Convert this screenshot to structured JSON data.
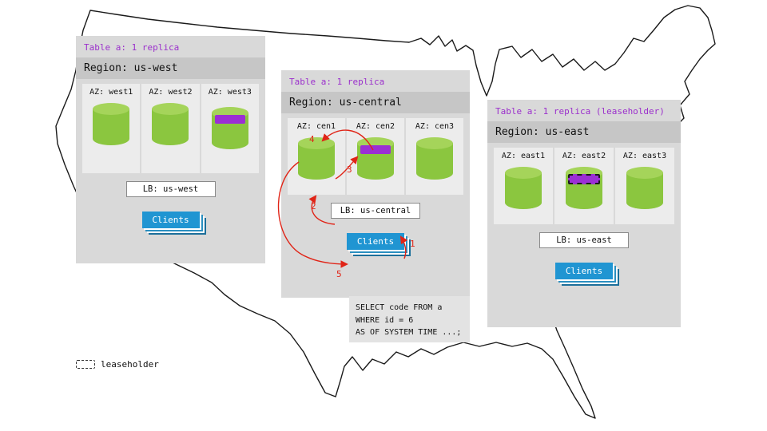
{
  "colors": {
    "panel_gray": "#d9d9d9",
    "region_bar_gray": "#c6c6c6",
    "az_column_gray": "#ececec",
    "replica_green": "#8bc63f",
    "range_purple": "#9b2fd4",
    "clients_blue": "#2095d2",
    "arrow_red": "#e02417",
    "table_label_purple": "#9b30cc"
  },
  "legend": {
    "label": "leaseholder"
  },
  "sql_box": {
    "lines": [
      "SELECT code FROM a",
      "WHERE id = 6",
      "AS OF SYSTEM TIME ...;"
    ]
  },
  "arrows": [
    {
      "label": "1"
    },
    {
      "label": "2"
    },
    {
      "label": "3"
    },
    {
      "label": "4"
    },
    {
      "label": "5"
    }
  ],
  "regions": [
    {
      "table_label": "Table a: 1 replica",
      "region_label": "Region: us-west",
      "azs": [
        {
          "label": "AZ: west1"
        },
        {
          "label": "AZ: west2"
        },
        {
          "label": "AZ: west3",
          "replica": true
        }
      ],
      "lb_label": "LB: us-west",
      "clients_label": "Clients"
    },
    {
      "table_label": "Table a: 1 replica",
      "region_label": "Region: us-central",
      "azs": [
        {
          "label": "AZ: cen1"
        },
        {
          "label": "AZ: cen2",
          "replica": true
        },
        {
          "label": "AZ: cen3"
        }
      ],
      "lb_label": "LB: us-central",
      "clients_label": "Clients"
    },
    {
      "table_label": "Table a: 1 replica (leaseholder)",
      "region_label": "Region: us-east",
      "azs": [
        {
          "label": "AZ: east1"
        },
        {
          "label": "AZ: east2",
          "leaseholder": true
        },
        {
          "label": "AZ: east3"
        }
      ],
      "lb_label": "LB: us-east",
      "clients_label": "Clients"
    }
  ]
}
